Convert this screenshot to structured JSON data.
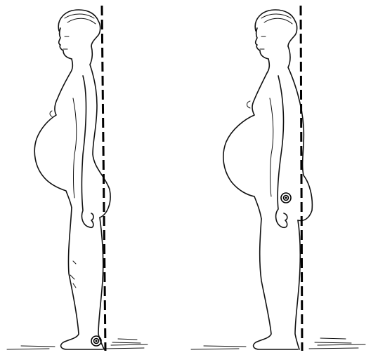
{
  "figure": {
    "panels": [
      {
        "id": "left",
        "marker_location": "ankle"
      },
      {
        "id": "right",
        "marker_location": "hip"
      }
    ],
    "line_color": "#111111",
    "background": "#ffffff"
  }
}
